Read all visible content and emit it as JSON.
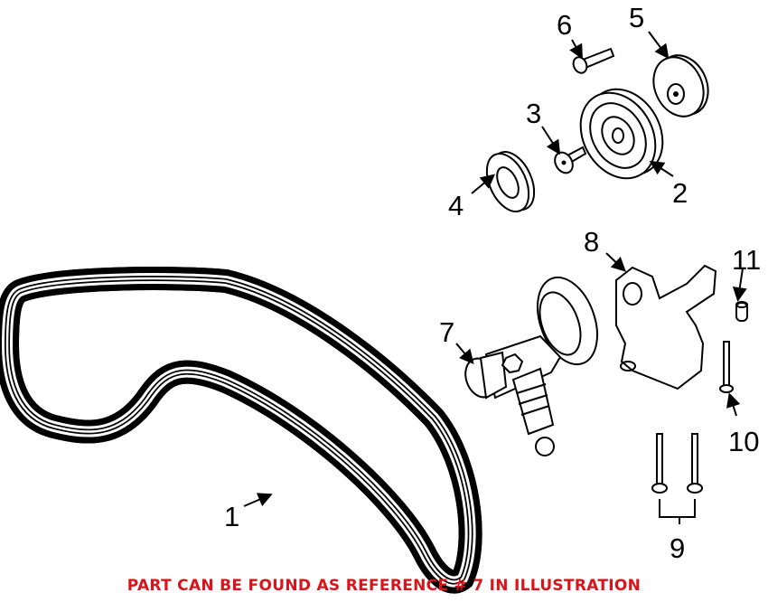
{
  "diagram": {
    "callouts": [
      "1",
      "2",
      "3",
      "4",
      "5",
      "6",
      "7",
      "8",
      "9",
      "10",
      "11"
    ],
    "note": "PART CAN BE FOUND AS REFERENCE # 7 IN ILLUSTRATION",
    "note_color": "#d9141b"
  }
}
